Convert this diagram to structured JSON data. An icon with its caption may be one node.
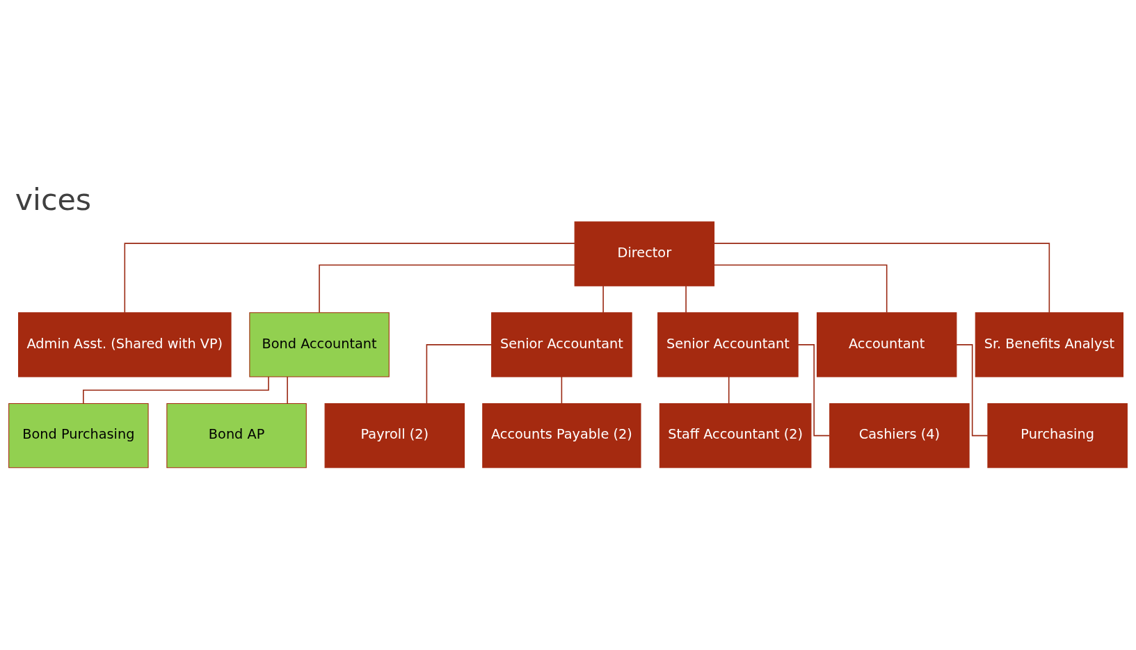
{
  "diagram": {
    "title": "vices",
    "nodes": [
      {
        "text": [
          "Director"
        ]
      },
      {
        "text": [
          "Admin Asst. (Shared with VP)"
        ]
      },
      {
        "text": [
          "Bond Accountant"
        ]
      },
      {
        "text": [
          "Senior Accountant"
        ]
      },
      {
        "text": [
          "Senior Accountant"
        ]
      },
      {
        "text": [
          "Accountant"
        ]
      },
      {
        "text": [
          "Sr. Benefits Analyst"
        ]
      },
      {
        "text": [
          "Bond Purchasing"
        ]
      },
      {
        "text": [
          "Bond AP"
        ]
      },
      {
        "text": [
          "Payroll (2)"
        ]
      },
      {
        "text": [
          "Accounts Payable (2)"
        ]
      },
      {
        "text": [
          "Staff Accountant (2)"
        ]
      },
      {
        "text": [
          "Cashiers (4)"
        ]
      },
      {
        "text": [
          "Purchasing"
        ]
      }
    ],
    "edges": [
      {
        "from": 0,
        "to": 1,
        "arrow": "none"
      },
      {
        "from": 0,
        "to": 2,
        "arrow": "none"
      },
      {
        "from": 0,
        "to": 3,
        "arrow": "none"
      },
      {
        "from": 0,
        "to": 4,
        "arrow": "none"
      },
      {
        "from": 0,
        "to": 5,
        "arrow": "none"
      },
      {
        "from": 0,
        "to": 6,
        "arrow": "none"
      },
      {
        "from": 2,
        "to": 7,
        "arrow": "none"
      },
      {
        "from": 2,
        "to": 8,
        "arrow": "none"
      },
      {
        "from": 3,
        "to": 9,
        "arrow": "none"
      },
      {
        "from": 3,
        "to": 10,
        "arrow": "none"
      },
      {
        "from": 4,
        "to": 11,
        "arrow": "none"
      },
      {
        "from": 4,
        "to": 12,
        "arrow": "none"
      },
      {
        "from": 5,
        "to": 13,
        "arrow": "none"
      }
    ]
  }
}
